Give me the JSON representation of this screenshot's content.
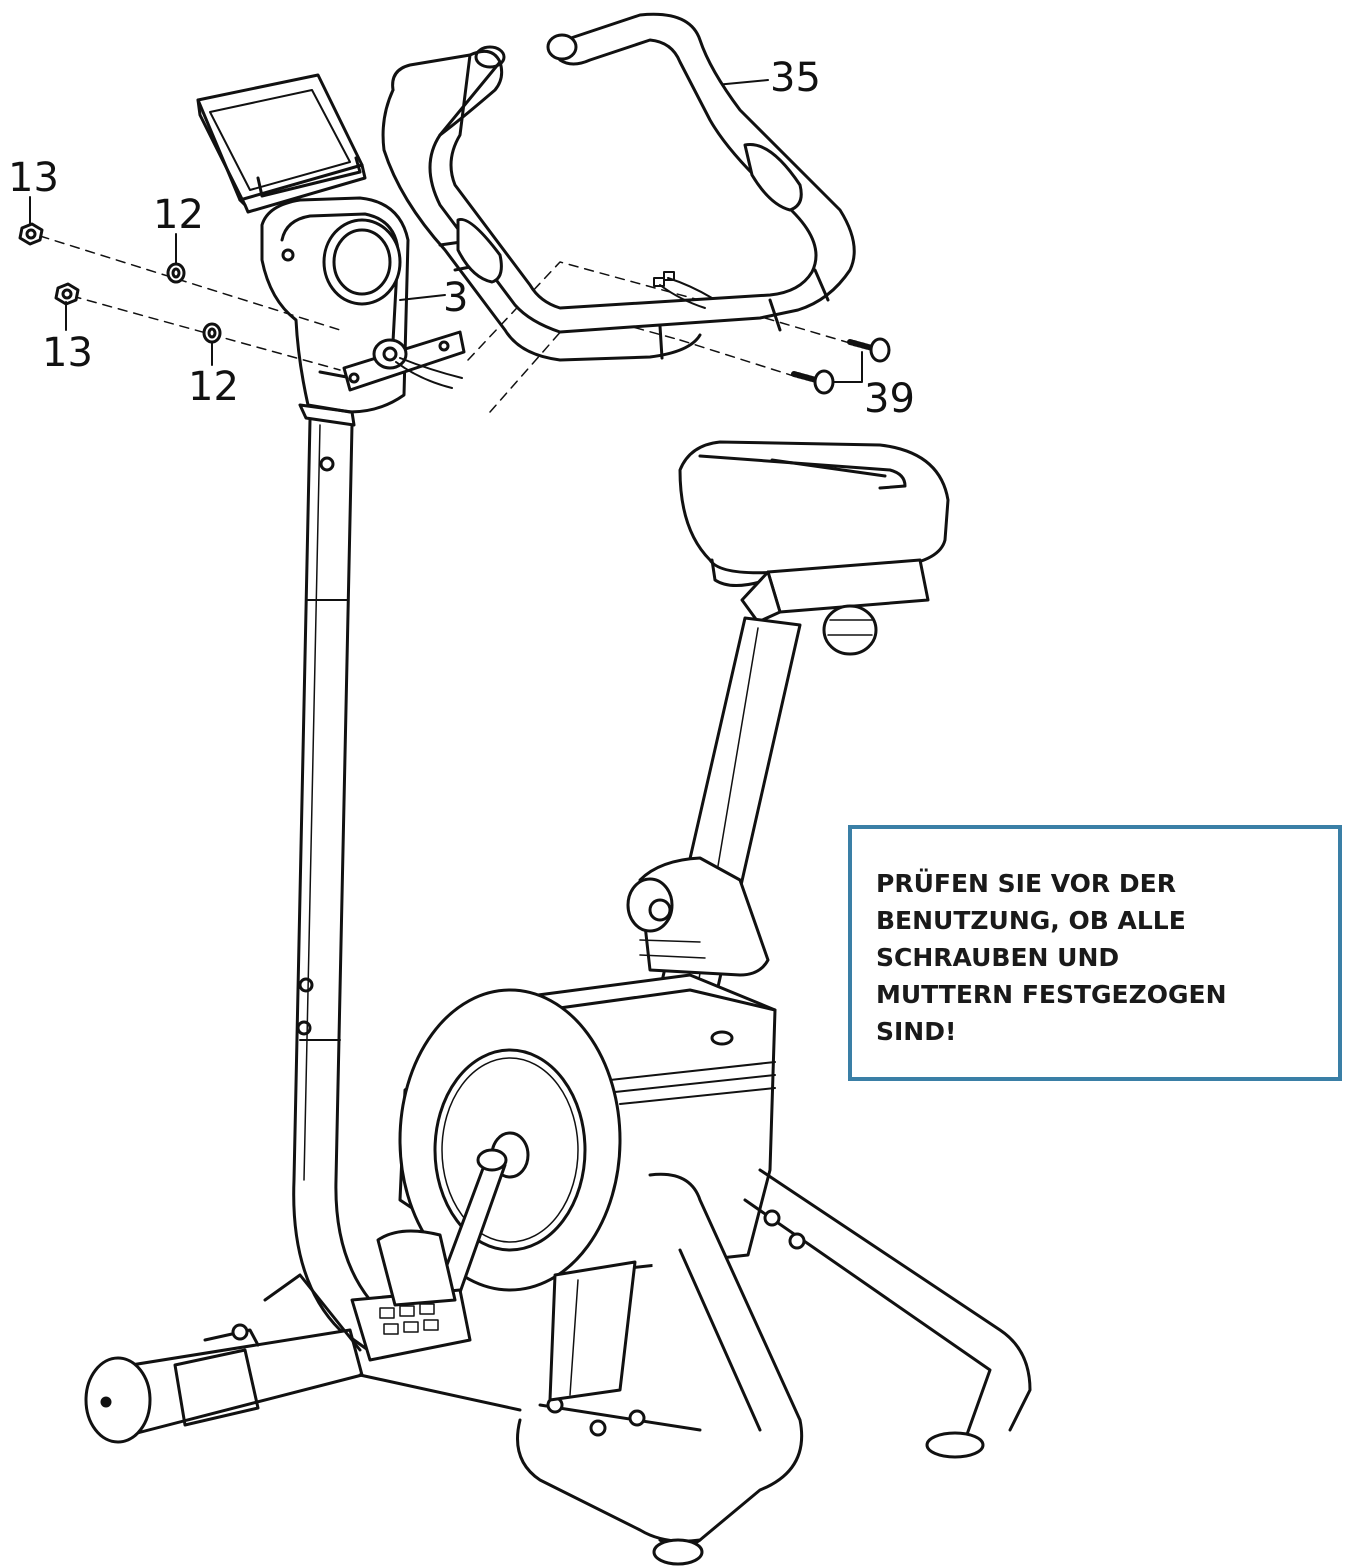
{
  "diagram": {
    "part_labels": [
      {
        "id": "label-13-top",
        "text": "13"
      },
      {
        "id": "label-12-top",
        "text": "12"
      },
      {
        "id": "label-13-bottom",
        "text": "13"
      },
      {
        "id": "label-12-bottom",
        "text": "12"
      },
      {
        "id": "label-3",
        "text": "3"
      },
      {
        "id": "label-35",
        "text": "35"
      },
      {
        "id": "label-39",
        "text": "39"
      }
    ],
    "notice": {
      "text": "PRÜFEN SIE VOR DER\nBENUTZUNG, OB ALLE\nSCHRAUBEN UND\nMUTTERN FESTGEZOGEN\nSIND!",
      "border_color": "#3a7fa6"
    }
  }
}
